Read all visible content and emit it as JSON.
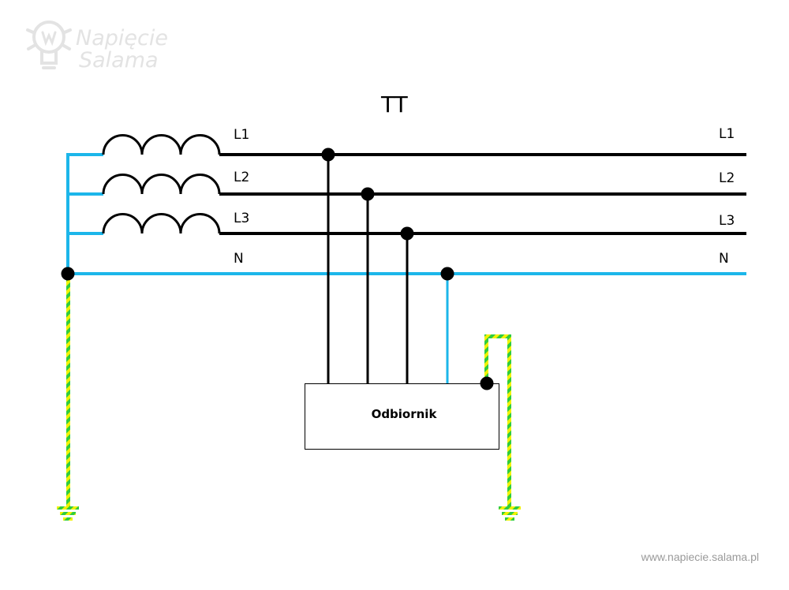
{
  "logo": {
    "line1": "Napięcie",
    "line2": "Salama",
    "icon": "lightbulb-w-icon"
  },
  "title": "TT",
  "labels_left": [
    "L1",
    "L2",
    "L3",
    "N"
  ],
  "labels_right": [
    "L1",
    "L2",
    "L3",
    "N"
  ],
  "load": {
    "label": "Odbiornik"
  },
  "website": "www.napiecie.salama.pl",
  "colors": {
    "phase": "#000000",
    "neutral": "#1cb6ea",
    "pe_green": "#2ecc40",
    "pe_yellow": "#f2f200",
    "logo": "#e3e3e3",
    "website": "#9a9a9a"
  }
}
